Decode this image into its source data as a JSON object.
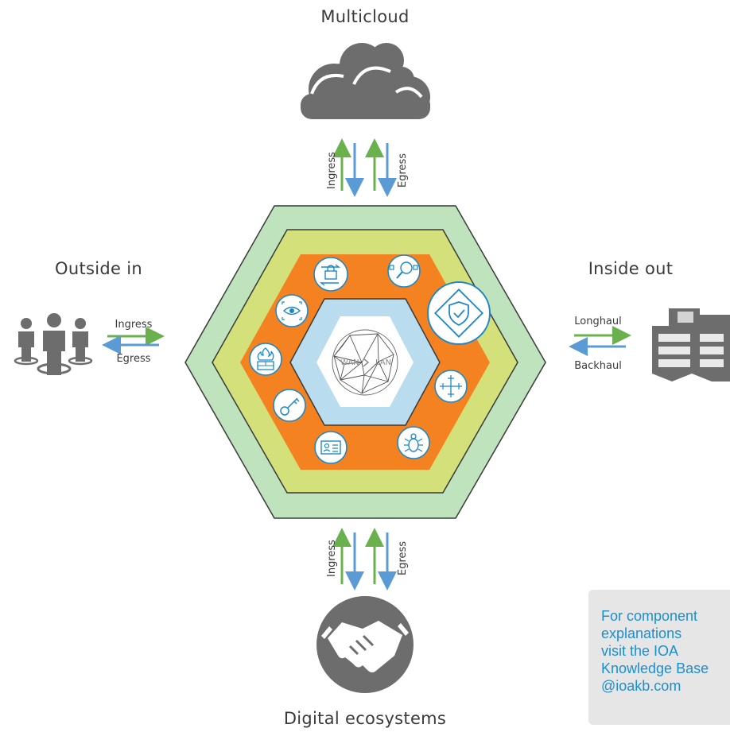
{
  "labels": {
    "multicloud": "Multicloud",
    "outside_in": "Outside in",
    "inside_out": "Inside out",
    "digital_ecosystems": "Digital ecosystems"
  },
  "flows": {
    "top": {
      "ingress": "Ingress",
      "egress": "Egress"
    },
    "bottom": {
      "ingress": "Ingress",
      "egress": "Egress"
    },
    "left": {
      "ingress": "Ingress",
      "egress": "Egress"
    },
    "right": {
      "longhaul": "Longhaul",
      "backhaul": "Backhaul"
    }
  },
  "core": {
    "wan": "WAN",
    "lan": "LAN"
  },
  "note": {
    "line1": "For component",
    "line2": "explanations",
    "line3": "visit the IOA",
    "line4": "Knowledge Base",
    "line5": "@ioakb.com"
  },
  "colors": {
    "outer_ring": "#bfe3bd",
    "middle_ring": "#d4e17a",
    "orange_ring": "#f58220",
    "inner_hex": "#b9dcef",
    "icon_stroke": "#1e88c7",
    "arrow_green": "#6ab04c",
    "arrow_blue": "#5b9bd5",
    "gray_icon": "#6d6d6d",
    "note_text": "#1b8fcf"
  },
  "icons": [
    "lock-transfer-icon",
    "search-node-icon",
    "shield-check-icon",
    "eye-scan-icon",
    "firewall-icon",
    "target-icon",
    "key-icon",
    "id-card-icon",
    "bug-icon",
    "cloud-icon",
    "people-icon",
    "building-icon",
    "handshake-icon",
    "network-sphere-icon"
  ]
}
